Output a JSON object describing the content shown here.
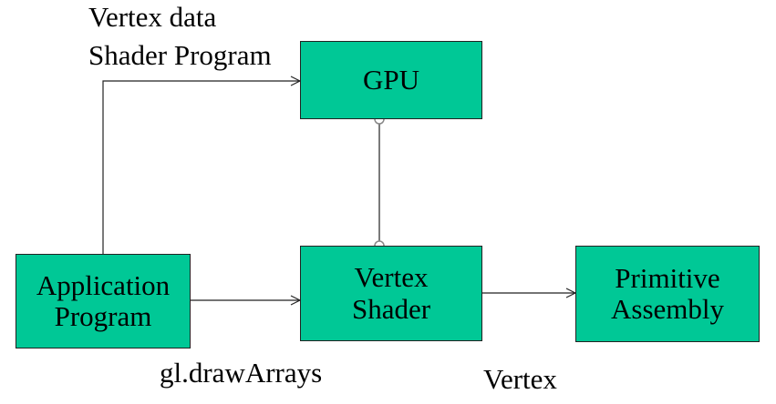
{
  "labels": {
    "vertex_data": "Vertex data",
    "shader_program": "Shader Program",
    "draw_arrays": "gl.drawArrays",
    "vertex": "Vertex"
  },
  "boxes": {
    "gpu": "GPU",
    "vertex_shader": "Vertex\nShader",
    "application_program": "Application\nProgram",
    "primitive_assembly": "Primitive\nAssembly"
  },
  "colors": {
    "box_fill": "#00c896",
    "box_border": "#222222",
    "connector": "#222222",
    "endpoint_fill": "#ffffff",
    "endpoint_stroke": "#888888"
  }
}
